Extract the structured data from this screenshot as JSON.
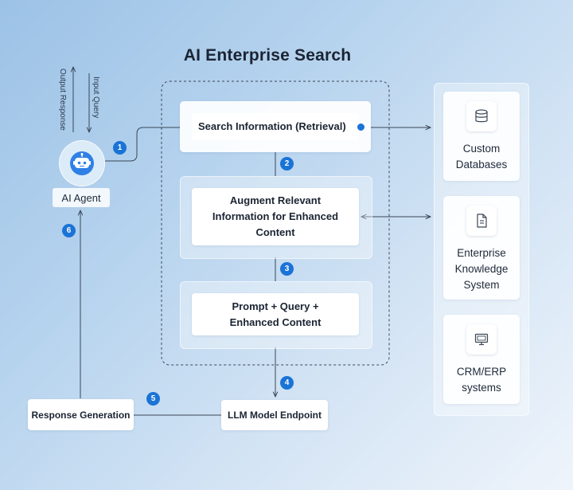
{
  "title": "AI Enterprise Search",
  "agent": {
    "label": "AI Agent",
    "input_query": "Input Query",
    "output_response": "Output Response",
    "icon": "robot-icon"
  },
  "steps": {
    "retrieval": "Search Information (Retrieval)",
    "augment": "Augment Relevant\nInformation for Enhanced\nContent",
    "prompt": "Prompt + Query +\nEnhanced Content",
    "llm": "LLM Model Endpoint",
    "response": "Response Generation"
  },
  "badges": [
    "1",
    "2",
    "3",
    "4",
    "5",
    "6"
  ],
  "sources": [
    {
      "label": "Custom\nDatabases",
      "icon": "database-icon"
    },
    {
      "label": "Enterprise\nKnowledge\nSystem",
      "icon": "document-icon"
    },
    {
      "label": "CRM/ERP\nsystems",
      "icon": "monitor-icon"
    }
  ],
  "colors": {
    "accent": "#1a73d6",
    "line": "#3a4656",
    "dashed": "#3a4656"
  }
}
